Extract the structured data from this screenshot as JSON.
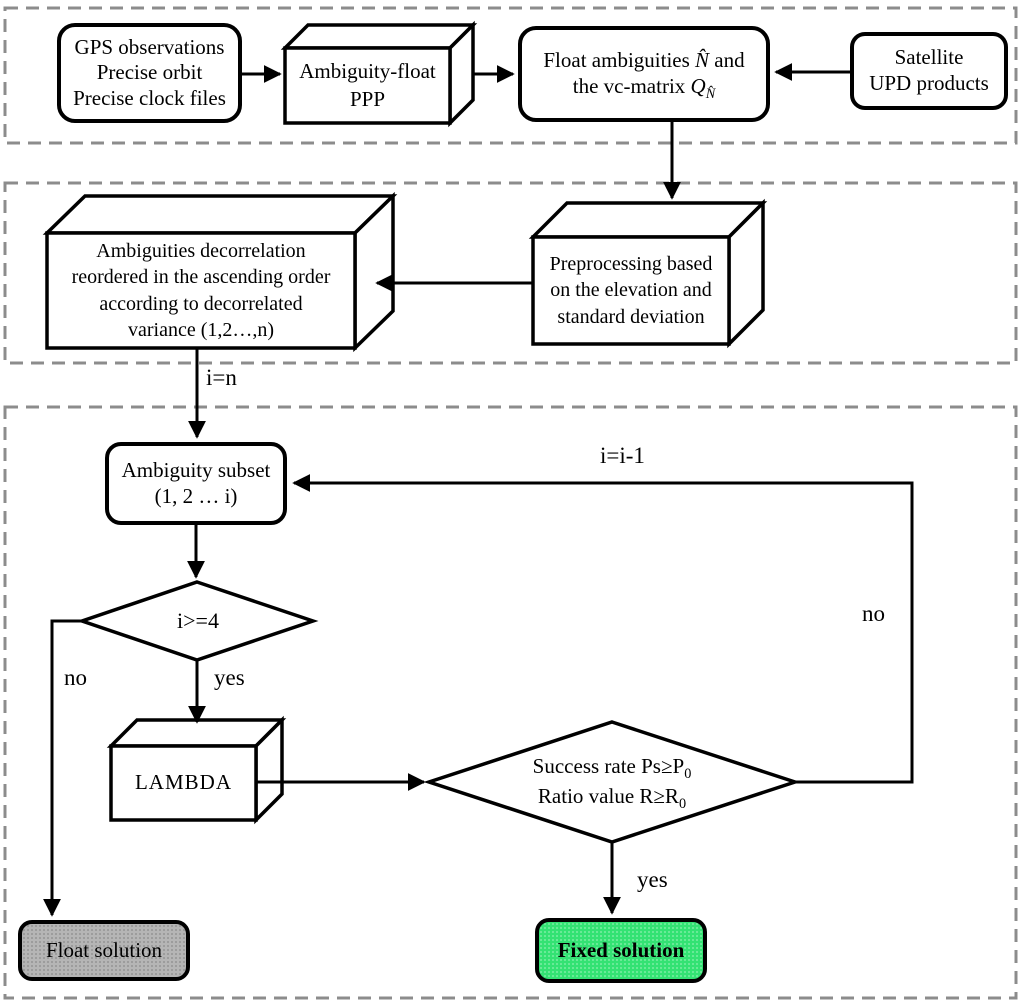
{
  "nodes": {
    "inputs": {
      "lines": [
        "GPS observations",
        "Precise orbit",
        "Precise clock files"
      ]
    },
    "ppp": {
      "lines": [
        "Ambiguity-float",
        "PPP"
      ]
    },
    "float_ambiguities": {
      "line1_prefix": "Float ambiguities",
      "line1_math": "N̂",
      "line1_suffix": "and",
      "line2_prefix": "the vc-matrix",
      "line2_math_main": "Q",
      "line2_math_sub": "N̂"
    },
    "upd": {
      "lines": [
        "Satellite",
        "UPD products"
      ]
    },
    "decorrelation": {
      "lines": [
        "Ambiguities decorrelation",
        "reordered in the ascending order",
        "according to decorrelated",
        "variance (1,2…,n)"
      ]
    },
    "preprocessing": {
      "lines": [
        "Preprocessing based",
        "on the elevation and",
        "standard deviation"
      ]
    },
    "subset": {
      "lines": [
        "Ambiguity subset",
        "(1, 2 … i)"
      ]
    },
    "decision_i": {
      "label": "i>=4"
    },
    "lambda": {
      "label": "LAMBDA"
    },
    "decision_success": {
      "line1_text": "Success rate Ps≥P",
      "line1_sub": "0",
      "line2_text": "Ratio value R≥R",
      "line2_sub": "0"
    },
    "float_solution": {
      "label": "Float solution"
    },
    "fixed_solution": {
      "label": "Fixed solution"
    }
  },
  "edge_labels": {
    "init": "i=n",
    "decrement": "i=i-1",
    "i_yes": "yes",
    "i_no": "no",
    "success_yes": "yes",
    "success_no": "no"
  },
  "colors": {
    "fixed_solution_fill": "#33e273",
    "float_solution_fill": "#b5b5b5",
    "outline": "#000000",
    "dashed_border": "#8c8c8c"
  }
}
